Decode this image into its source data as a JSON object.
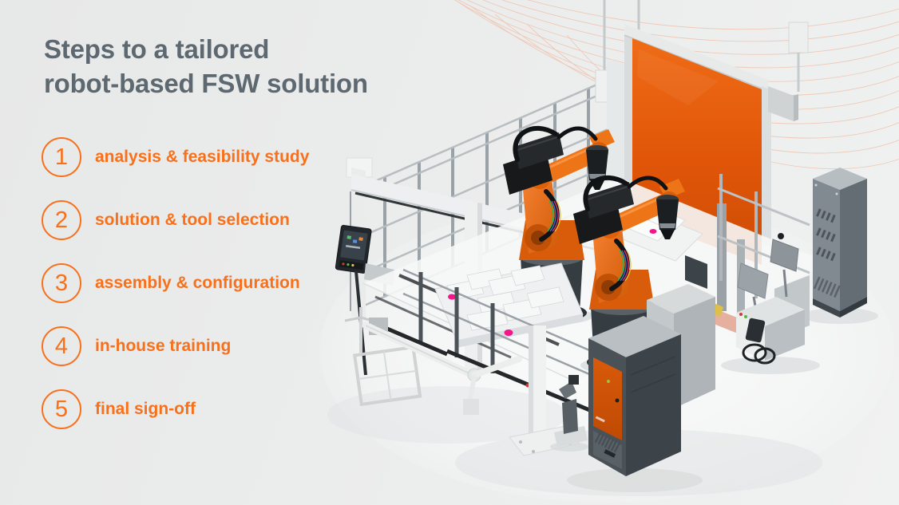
{
  "title": {
    "line1": "Steps to a tailored",
    "line2": "robot-based FSW solution"
  },
  "steps": [
    {
      "number": "1",
      "label": "analysis & feasibility study"
    },
    {
      "number": "2",
      "label": "solution & tool selection"
    },
    {
      "number": "3",
      "label": "assembly & configuration"
    },
    {
      "number": "4",
      "label": "in-house training"
    },
    {
      "number": "5",
      "label": "final sign-off"
    }
  ],
  "illustration": {
    "name": "robotic-fsw-cell",
    "description": "Isometric 3D render of a robot-based friction stir welding cell: two orange industrial robot arms on dark pedestals, a large orange safety curtain with light frame, gray safety fencing, white gantry with HMI panel, engine-block workpieces with magenta markers, controller cabinet with orange door, tall gray electrical cabinet and operator station with monitors"
  },
  "colors": {
    "background": "#eaebeb",
    "title_text": "#5d6870",
    "accent_orange": "#f8701a",
    "robot_orange": "#ea6c13",
    "curtain_orange": "#e4590c",
    "cabinet_gray": "#78828a",
    "fence_gray": "#9aa2a7",
    "marker_magenta": "#f5148c",
    "contour_line_orange": "#f0b79c"
  }
}
